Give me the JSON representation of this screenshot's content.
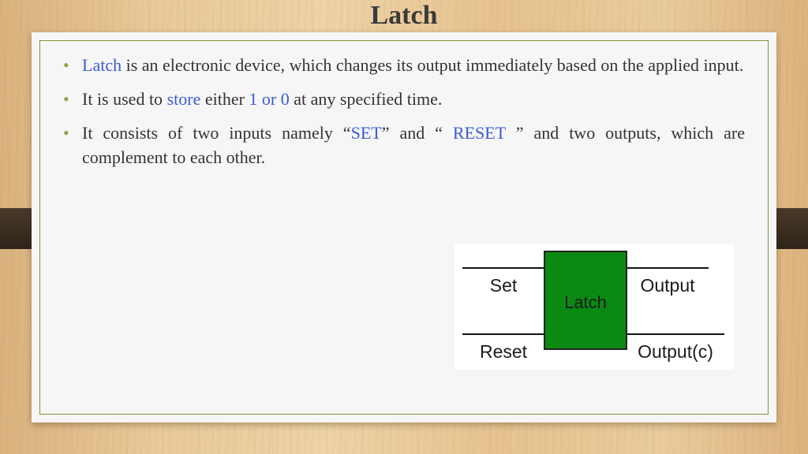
{
  "slide": {
    "title": "Latch"
  },
  "bullets": [
    {
      "parts": [
        {
          "text": "Latch",
          "highlight": true
        },
        {
          "text": " is an electronic device, which changes its output immediately based on the applied input.",
          "highlight": false
        }
      ]
    },
    {
      "parts": [
        {
          "text": "It is used to ",
          "highlight": false
        },
        {
          "text": "store",
          "highlight": true
        },
        {
          "text": " either ",
          "highlight": false
        },
        {
          "text": "1 or 0",
          "highlight": true
        },
        {
          "text": " at any specified time.",
          "highlight": false
        }
      ]
    },
    {
      "parts": [
        {
          "text": "It consists of two inputs namely “",
          "highlight": false
        },
        {
          "text": "SET",
          "highlight": true
        },
        {
          "text": "” and “ ",
          "highlight": false
        },
        {
          "text": "RESET",
          "highlight": true
        },
        {
          "text": " ” and two outputs, which are complement to each other.",
          "highlight": false
        }
      ]
    }
  ],
  "diagram": {
    "block_label": "Latch",
    "input_top": "Set",
    "input_bottom": "Reset",
    "output_top": "Output",
    "output_bottom": "Output(c)",
    "block_color": "#0a8a12"
  },
  "colors": {
    "highlight": "#3b5bd6",
    "bullet": "#8aa84a",
    "frame": "#7a9a3a"
  }
}
